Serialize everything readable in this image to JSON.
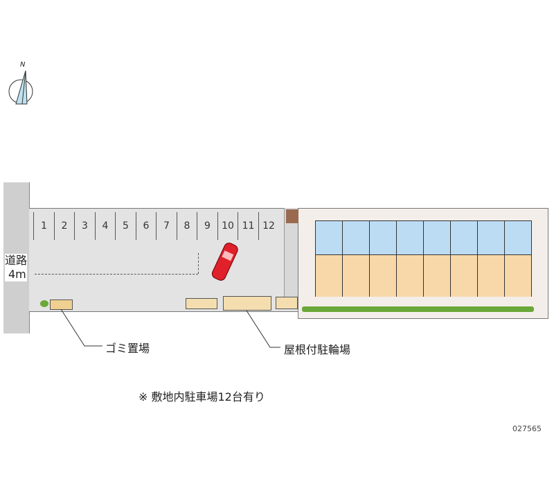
{
  "compass": {
    "north_label": "N"
  },
  "road": {
    "label_line1": "道路",
    "label_line2": "4m"
  },
  "parking": {
    "bays": [
      "1",
      "2",
      "3",
      "4",
      "5",
      "6",
      "7",
      "8",
      "9",
      "10",
      "11",
      "12"
    ]
  },
  "labels": {
    "garbage": "ゴミ置場",
    "bike_shed": "屋根付駐輪場"
  },
  "note": "※ 敷地内駐車場12台有り",
  "code": "027565",
  "building": {
    "units": 8
  },
  "colors": {
    "lot": "#e3e3e3",
    "road": "#cfcfcf",
    "upper": "#bcdcf4",
    "lower": "#f8d8a8",
    "car": "#e0202a",
    "hedge": "#6aa83a"
  }
}
